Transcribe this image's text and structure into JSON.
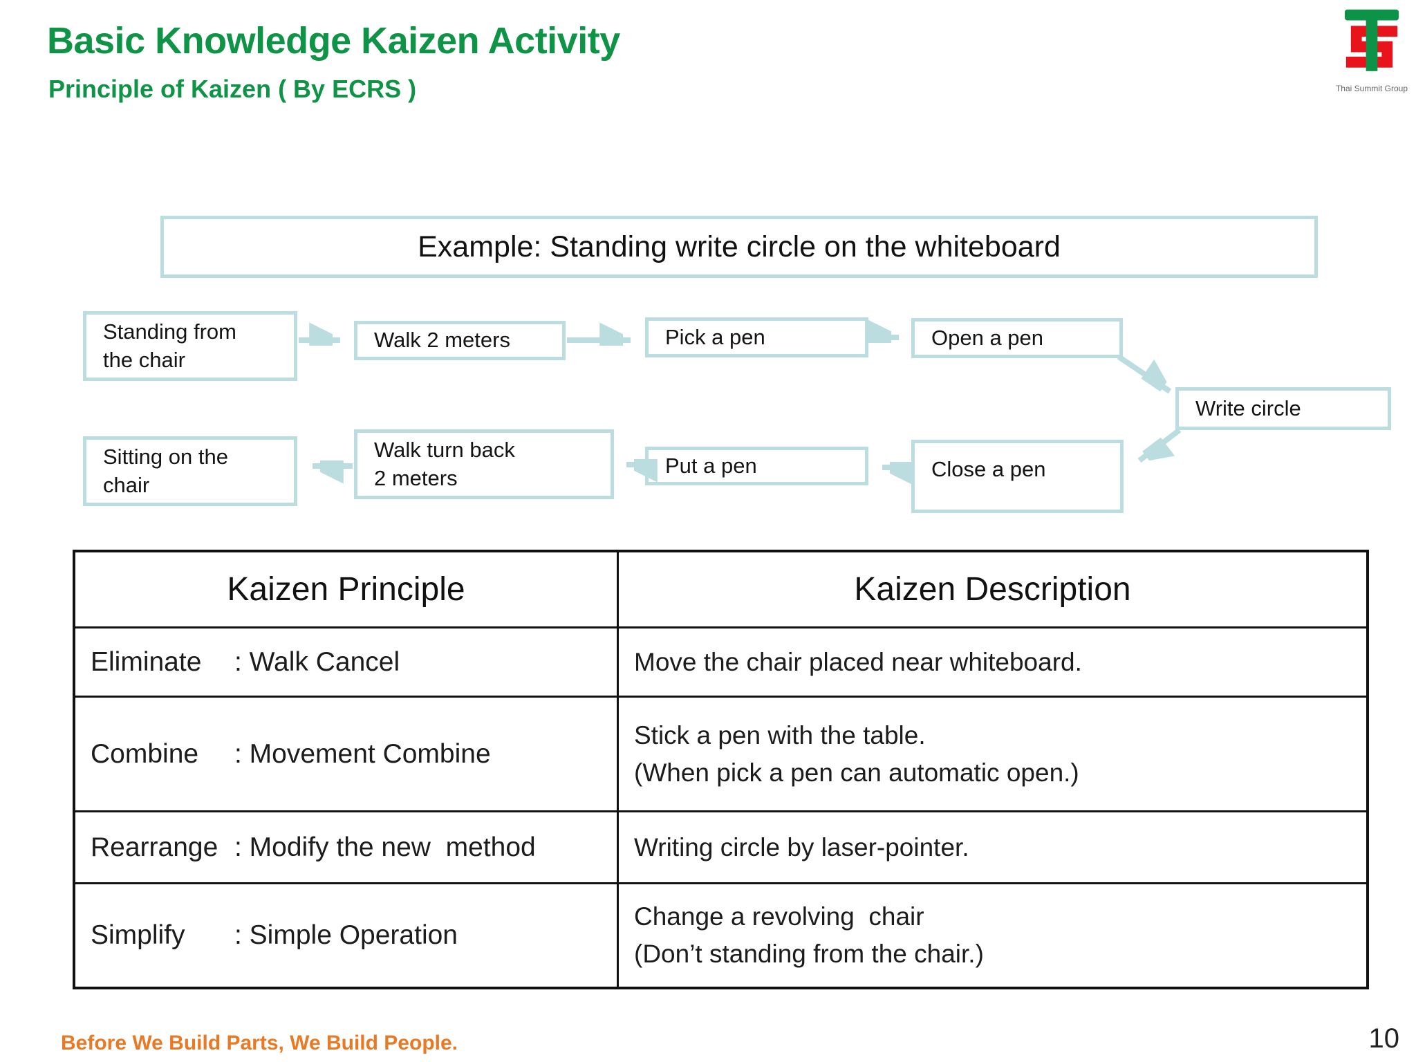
{
  "slide": {
    "title": "Basic Knowledge Kaizen Activity",
    "subtitle": "Principle of Kaizen ( By ECRS )",
    "footer_motto": "Before We Build Parts, We Build People.",
    "page_number": "10",
    "colors": {
      "title_green": "#0f9347",
      "footer_orange": "#e87a25",
      "flow_teal": "#bcdde0",
      "table_border": "#111111",
      "logo_red": "#e8131b",
      "logo_green": "#0c9347"
    }
  },
  "logo": {
    "caption": "Thai Summit Group"
  },
  "example_banner": "Example: Standing write circle on the whiteboard",
  "flow": {
    "boxes": {
      "standing": {
        "line1": "Standing from",
        "line2": "the chair"
      },
      "walk2": {
        "line1": "Walk 2 meters"
      },
      "pick": {
        "line1": "Pick a pen"
      },
      "open": {
        "line1": "Open a pen"
      },
      "write": {
        "line1": "Write circle"
      },
      "close": {
        "line1": "Close a pen"
      },
      "put": {
        "line1": "Put a pen"
      },
      "walkback": {
        "line1": "Walk turn back",
        "line2": "2 meters"
      },
      "sitting": {
        "line1": "Sitting on the",
        "line2": "chair"
      }
    }
  },
  "table": {
    "headers": [
      "Kaizen Principle",
      "Kaizen Description"
    ],
    "rows": [
      {
        "term": "Eliminate",
        "method": ": Walk Cancel",
        "desc1": "Move the chair placed near whiteboard."
      },
      {
        "term": "Combine",
        "method": ": Movement Combine",
        "desc1": "Stick a pen with the table.",
        "desc2": "(When pick a pen can automatic open.)"
      },
      {
        "term": "Rearrange",
        "method": ": Modify the new  method",
        "desc1": "Writing circle by laser-pointer."
      },
      {
        "term": "Simplify",
        "method": ": Simple Operation",
        "desc1": "Change a revolving  chair",
        "desc2": "(Don’t standing from the chair.)"
      }
    ]
  }
}
